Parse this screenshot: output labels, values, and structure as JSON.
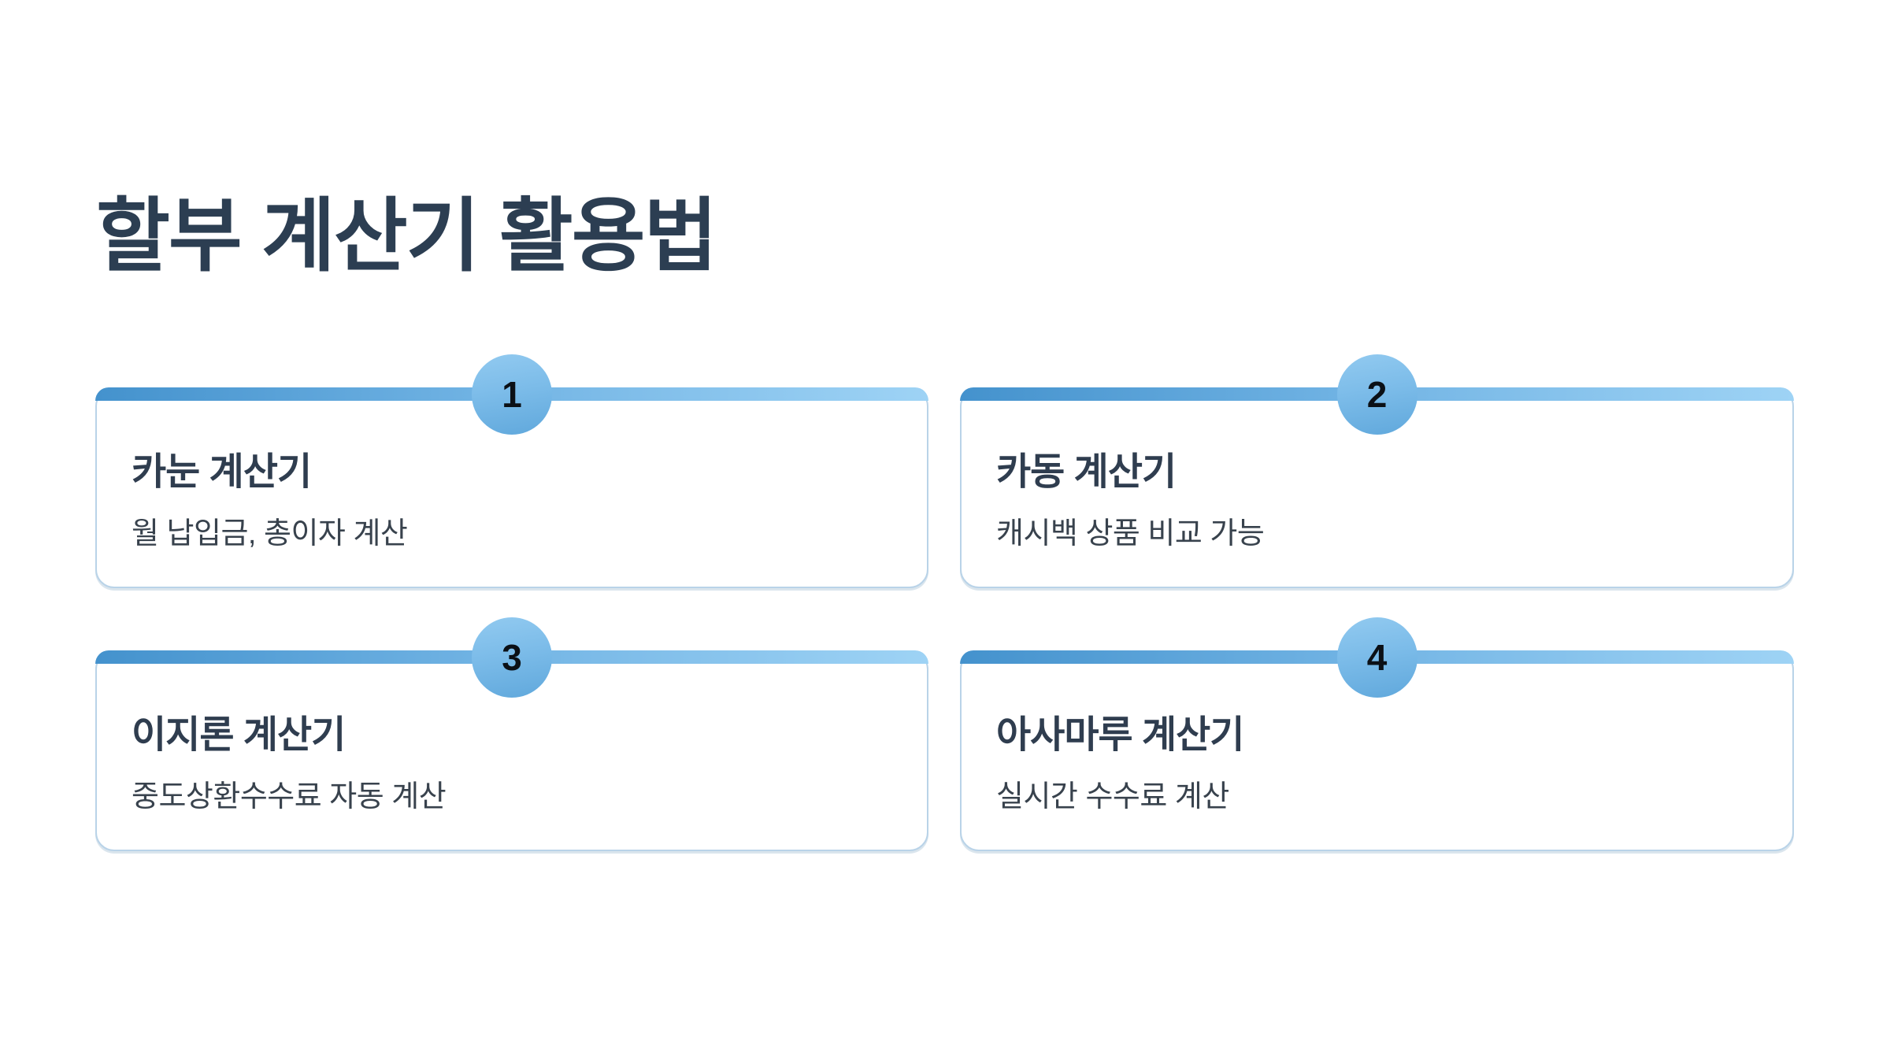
{
  "page": {
    "title": "할부 계산기 활용법"
  },
  "colors": {
    "background": "#ffffff",
    "title_text": "#2c3e52",
    "card_border": "#b9d3e8",
    "bar_gradient_start": "#4492cd",
    "bar_gradient_end": "#9ed3f5",
    "badge_gradient_start": "#92caf0",
    "badge_gradient_end": "#60a8dc",
    "badge_number_text": "#0b1016",
    "card_title_text": "#2f3d4f",
    "card_desc_text": "#38424d"
  },
  "cards": [
    {
      "number": "1",
      "title": "카눈 계산기",
      "description": "월 납입금, 총이자 계산"
    },
    {
      "number": "2",
      "title": "카동 계산기",
      "description": "캐시백 상품 비교 가능"
    },
    {
      "number": "3",
      "title": "이지론 계산기",
      "description": "중도상환수수료 자동 계산"
    },
    {
      "number": "4",
      "title": "아사마루 계산기",
      "description": "실시간 수수료 계산"
    }
  ]
}
